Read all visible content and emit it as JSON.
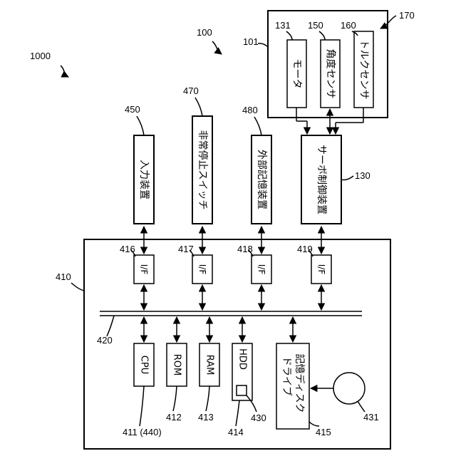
{
  "labels": {
    "system": "1000",
    "robot": "100",
    "robot_unit": "101",
    "motor": "131",
    "angle_sensor": "150",
    "torque_sensor": "160",
    "arm": "170",
    "servo": "130",
    "computer": "410",
    "bus": "420",
    "input_device": "450",
    "emergency_switch": "470",
    "external_storage": "480",
    "if416": "416",
    "if417": "417",
    "if418": "418",
    "if419": "419",
    "cpu": "411 (440)",
    "rom": "412",
    "ram": "413",
    "hdd": "414",
    "hdd_part": "430",
    "disk_drive": "415",
    "disk": "431"
  },
  "text": {
    "motor": "モータ",
    "angle_sensor": "角度センサ",
    "torque_sensor": "トルクセンサ",
    "servo": "サーボ制御装置",
    "input_device": "入力装置",
    "emergency_switch": "非常停止スイッチ",
    "external_storage": "外部記憶装置",
    "if": "I/F",
    "cpu": "CPU",
    "rom": "ROM",
    "ram": "RAM",
    "hdd": "HDD",
    "disk_drive_1": "記憶ディスク",
    "disk_drive_2": "ドライブ"
  }
}
